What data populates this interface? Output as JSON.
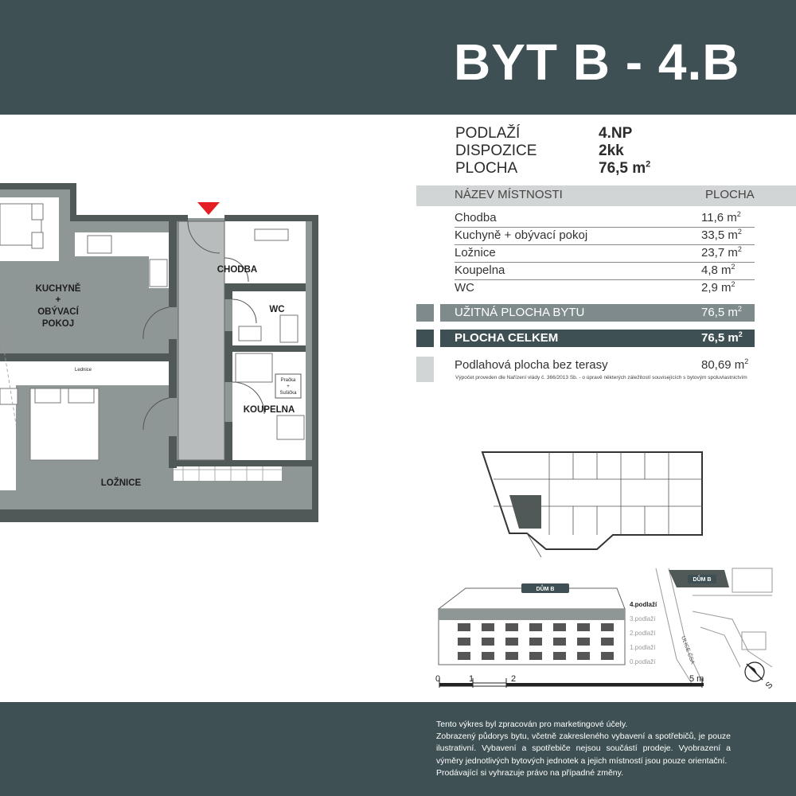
{
  "title": "BYT B - 4.B",
  "summary": {
    "floor_label": "PODLAŽÍ",
    "floor_value": "4.NP",
    "layout_label": "DISPOZICE",
    "layout_value": "2kk",
    "area_label": "PLOCHA",
    "area_value": "76,5 m",
    "area_exp": "2"
  },
  "table": {
    "header_room": "NÁZEV MÍSTNOSTI",
    "header_area": "PLOCHA",
    "rows": [
      {
        "name": "Chodba",
        "area": "11,6 m",
        "exp": "2"
      },
      {
        "name": "Kuchyně + obývací pokoj",
        "area": "33,5 m",
        "exp": "2"
      },
      {
        "name": "Ložnice",
        "area": "23,7 m",
        "exp": "2"
      },
      {
        "name": "Koupelna",
        "area": "4,8 m",
        "exp": "2"
      },
      {
        "name": "WC",
        "area": "2,9 m",
        "exp": "2"
      }
    ],
    "usable_label": "UŽITNÁ PLOCHA BYTU",
    "usable_area": "76,5 m",
    "usable_exp": "2",
    "total_label": "PLOCHA CELKEM",
    "total_area": "76,5 m",
    "total_exp": "2",
    "floor_area_label": "Podlahová plocha bez terasy",
    "floor_area_value": "80,69 m",
    "floor_area_exp": "2",
    "note": "Výpočet proveden dle Nařízení vlády č. 366/2013 Sb. - o úpravě některých záležitostí souvisejících s bytovým spoluvlastnictvím"
  },
  "plan": {
    "kitchen_line1": "KUCHYNĚ",
    "kitchen_line2": "+",
    "kitchen_line3": "OBÝVACÍ",
    "kitchen_line4": "POKOJ",
    "hallway": "CHODBA",
    "wc": "WC",
    "bathroom": "KOUPELNA",
    "bedroom": "LOŽNICE",
    "fridge": "Lednice",
    "washer_line1": "Pračka",
    "washer_line2": "+",
    "washer_line3": "Sušička"
  },
  "elevation": {
    "building_tag": "DŮM B",
    "levels": [
      "4.podlaží",
      "3.podlaží",
      "2.podlaží",
      "1.podlaží",
      "0.podlaží"
    ],
    "active_level": "4.podlaží"
  },
  "site_map": {
    "building_tag": "DŮM B",
    "street": "ULICE ČSA",
    "compass": "S"
  },
  "scale": {
    "ticks": [
      "0",
      "1",
      "2",
      "5 m"
    ]
  },
  "disclaimer": [
    "Tento výkres byl zpracován pro marketingové účely.",
    "Zobrazený půdorys bytu, včetně zakresleného vybavení a spotřebičů, je pouze ilustrativní. Vybavení a spotřebiče nejsou součástí prodeje. Vyobrazení a výměry jednotlivých bytových jednotek a jejich místností jsou pouze orientační.",
    "Prodávající si vyhrazuje právo na případné změny."
  ],
  "colors": {
    "brand": "#3e5053",
    "unit_fill": "#8f9696",
    "wall": "#505858",
    "header_row": "#d2d5d5",
    "usable_row": "#7f8a8c",
    "total_row": "#3e5053"
  }
}
